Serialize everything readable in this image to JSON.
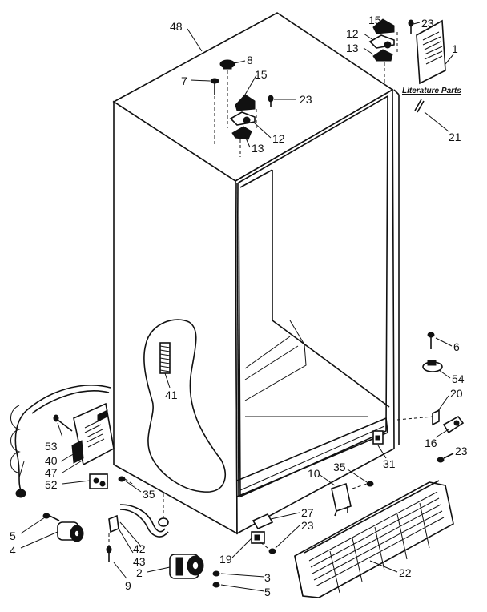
{
  "diagram": {
    "literature_label": "Literature Parts",
    "labels": {
      "p48": "48",
      "p8": "8",
      "p7": "7",
      "p15a": "15",
      "p23a": "23",
      "p12a": "12",
      "p13a": "13",
      "p15b": "15",
      "p23b": "23",
      "p12b": "12",
      "p13b": "13",
      "p1": "1",
      "p21": "21",
      "p6": "6",
      "p54": "54",
      "p20": "20",
      "p16": "16",
      "p23c": "23",
      "p41": "41",
      "p53": "53",
      "p40": "40",
      "p47": "47",
      "p52": "52",
      "p35a": "35",
      "p35b": "35",
      "p10": "10",
      "p31": "31",
      "p27": "27",
      "p23d": "23",
      "p19": "19",
      "p5a": "5",
      "p4": "4",
      "p42": "42",
      "p43": "43",
      "p9": "9",
      "p2": "2",
      "p3": "3",
      "p5b": "5",
      "p22": "22"
    }
  }
}
